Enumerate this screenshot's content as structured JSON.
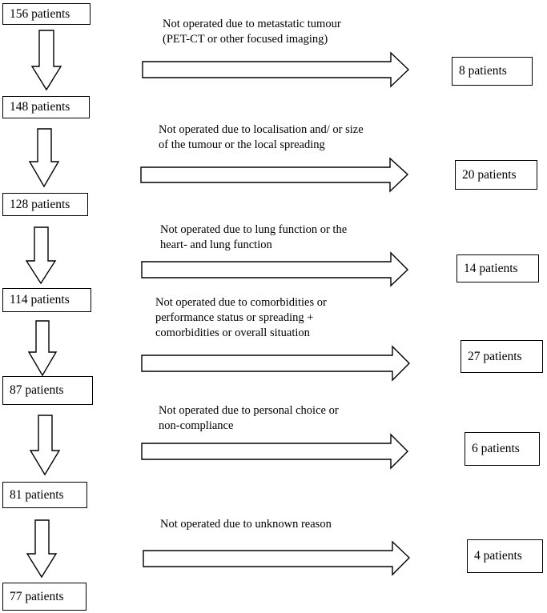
{
  "stages": [
    {
      "count": "156 patients"
    },
    {
      "count": "148 patients"
    },
    {
      "count": "128 patients"
    },
    {
      "count": "114 patients"
    },
    {
      "count": "87 patients"
    },
    {
      "count": "81 patients"
    },
    {
      "count": "77 patients"
    }
  ],
  "exclusions": [
    {
      "reason_line1": "Not operated due to metastatic tumour",
      "reason_line2": "(PET-CT or other focused imaging)",
      "reason_line3": "",
      "count": "8 patients"
    },
    {
      "reason_line1": "Not operated due to localisation and/ or size",
      "reason_line2": "of the tumour or the local spreading",
      "reason_line3": "",
      "count": "20 patients"
    },
    {
      "reason_line1": "Not operated due to lung function or the",
      "reason_line2": "heart- and lung function",
      "reason_line3": "",
      "count": "14 patients"
    },
    {
      "reason_line1": "Not operated due to comorbidities or",
      "reason_line2": "performance status or spreading +",
      "reason_line3": "comorbidities or overall situation",
      "count": "27 patients"
    },
    {
      "reason_line1": "Not operated due to personal choice or",
      "reason_line2": "non-compliance",
      "reason_line3": "",
      "count": "6 patients"
    },
    {
      "reason_line1": "Not operated due to unknown reason",
      "reason_line2": "",
      "reason_line3": "",
      "count": "4 patients"
    }
  ]
}
